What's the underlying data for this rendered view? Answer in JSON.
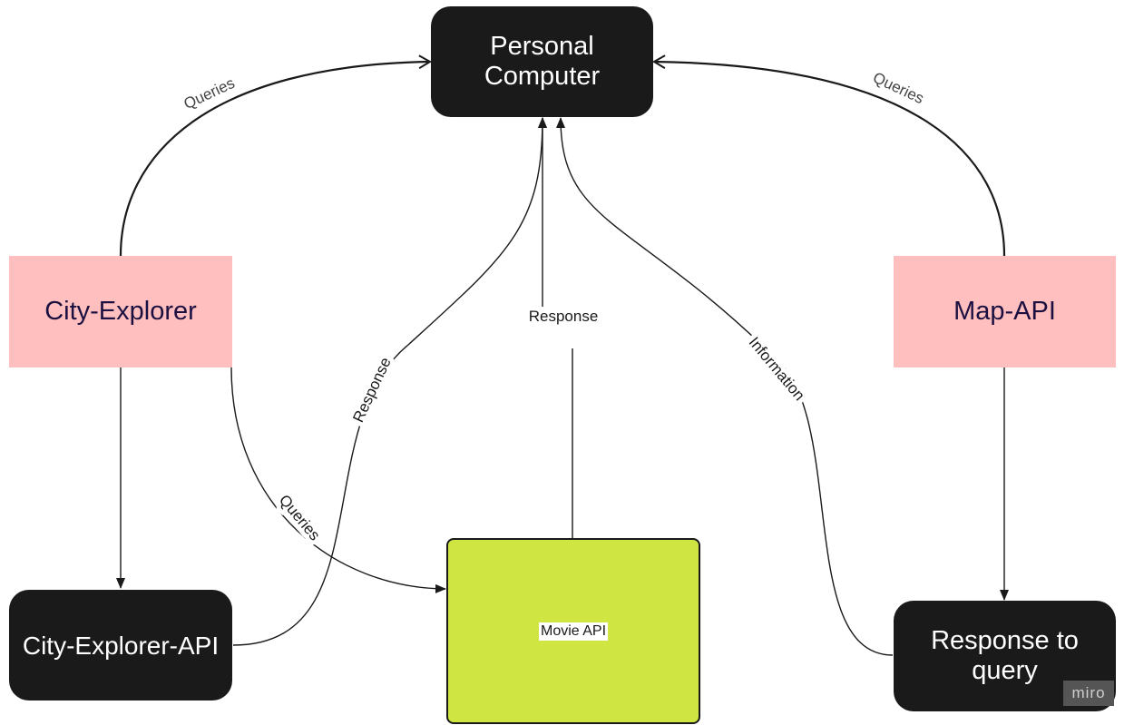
{
  "nodes": {
    "personal_computer": "Personal Computer",
    "city_explorer": "City-Explorer",
    "map_api": "Map-API",
    "city_explorer_api": "City-Explorer-API",
    "movie_api": "Movie API",
    "response_to_query": "Response to query"
  },
  "edges": {
    "city_explorer_to_pc": "Queries",
    "map_api_to_pc": "Queries",
    "city_explorer_to_movie": "Queries",
    "city_explorer_api_to_pc": "Response",
    "movie_to_pc": "Response",
    "response_to_pc": "Information"
  },
  "watermark": "miro",
  "colors": {
    "dark_node": "#1a1a1a",
    "pink_node": "#ffbfbf",
    "green_node": "#cfe642",
    "pink_text": "#1b1040"
  }
}
